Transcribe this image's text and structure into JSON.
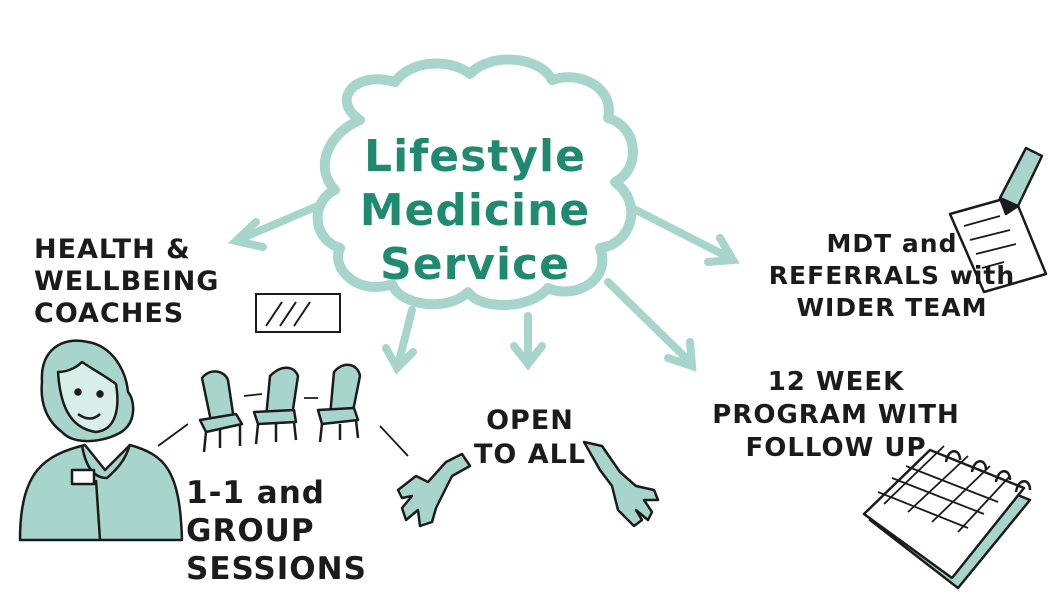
{
  "colors": {
    "accent_teal": "#1f8a70",
    "fill_mint": "#a8d5cb",
    "stroke_mint": "#9fcfc5",
    "ink": "#1b1b1b"
  },
  "center": {
    "title_lines": [
      "Lifestyle",
      "Medicine",
      "Service"
    ]
  },
  "nodes": {
    "coaches": {
      "lines": [
        "HEALTH &",
        "WELLBEING",
        "COACHES"
      ],
      "icon": "coach-person-icon"
    },
    "sessions": {
      "lines": [
        "1-1 and",
        "GROUP",
        "SESSIONS"
      ],
      "icon": "group-chairs-icon"
    },
    "open": {
      "lines": [
        "OPEN",
        "TO ALL"
      ],
      "icon": "open-hands-icon"
    },
    "program": {
      "lines": [
        "12 WEEK",
        "PROGRAM WITH",
        "FOLLOW UP"
      ],
      "icon": "calendar-icon"
    },
    "mdt": {
      "lines": [
        "MDT and",
        "REFERRALS with",
        "WIDER TEAM"
      ],
      "icon": "pen-paper-icon"
    }
  }
}
